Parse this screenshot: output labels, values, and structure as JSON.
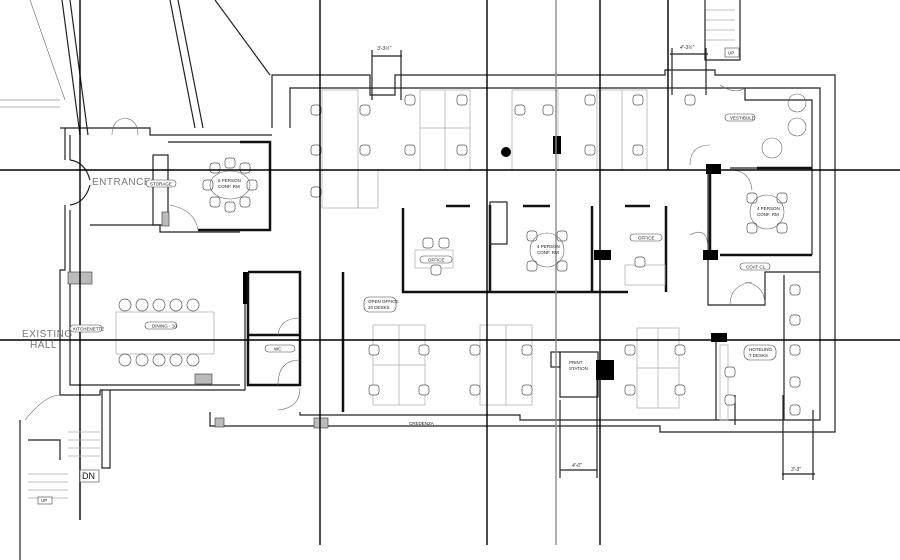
{
  "plan": {
    "rooms": {
      "entrance": "ENTRANCE",
      "storage": "STORAGE",
      "conf6_line1": "6 PERSON",
      "conf6_line2": "CONF. RM",
      "office_left": "OFFICE",
      "conf4_mid_line1": "4 PERSON",
      "conf4_mid_line2": "CONF. RM",
      "office_right": "OFFICE",
      "open_office_line1": "OPEN OFFICE",
      "open_office_line2": "20 DESKS",
      "vestibule": "VESTIBULE",
      "conf4_right_line1": "4 PERSON",
      "conf4_right_line2": "CONF. RM",
      "coat_closet": "COAT CL.",
      "existing_hall_line1": "EXISTING",
      "existing_hall_line2": "HALL",
      "kitchenette": "KITCHENETTE",
      "dining": "DINING - 10",
      "wc": "WC",
      "print_line1": "PRINT",
      "print_line2": "STATION",
      "hoteling_line1": "HOTELING",
      "hoteling_line2": "7 DESKS",
      "credenza": "CREDENZA"
    },
    "stairs": {
      "down": "DN",
      "up_left": "UP",
      "up_top": "UP"
    },
    "dimensions": {
      "top_left": "3'-3½\"",
      "top_right": "4'-3½\"",
      "bottom_left": "4'-0\"",
      "bottom_right": "3'-3\""
    }
  }
}
